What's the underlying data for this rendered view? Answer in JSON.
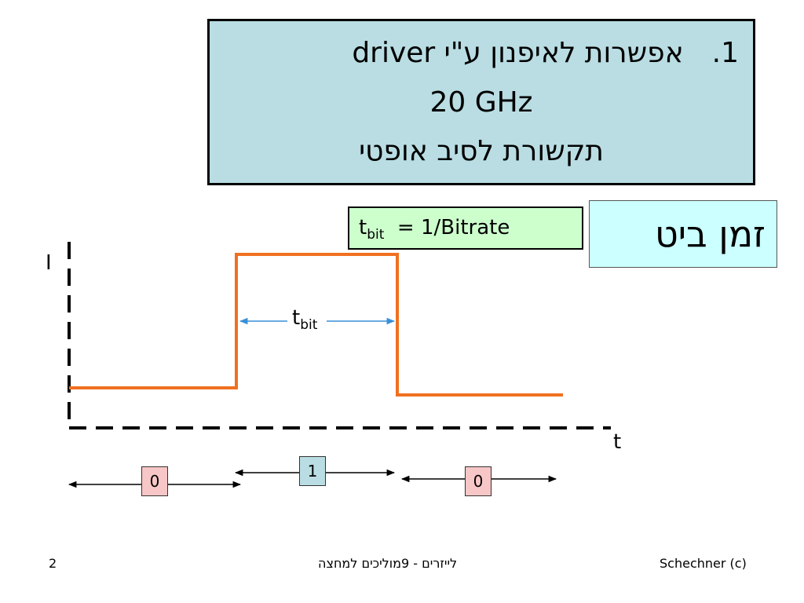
{
  "title_box": {
    "number": "1.",
    "line1": "אפשרות לאיפנון ע\"י driver",
    "line2": "20 GHz",
    "line3": "תקשורת לסיב אופטי"
  },
  "formula": {
    "prefix": "t",
    "subscript": "bit",
    "rest": "= 1/Bitrate"
  },
  "bit_time_label": "זמן ביט",
  "axis": {
    "y_label": "I",
    "x_label": "t"
  },
  "pulse_label": {
    "main": "t",
    "subscript": "bit"
  },
  "bits": [
    "0",
    "1",
    "0"
  ],
  "colors": {
    "signal": "#f07020",
    "arrow_tbit": "#3a8fd8",
    "title_bg": "#b9dde3",
    "formula_bg": "#ccffcc",
    "bit_time_bg": "#ccffff",
    "bit0_bg": "#f7c6c6",
    "bit1_bg": "#b9dde3"
  },
  "footer": {
    "page": "2",
    "course": "לייזרים  - 9מוליכים למחצה",
    "copyright": "Schechner (c)"
  }
}
